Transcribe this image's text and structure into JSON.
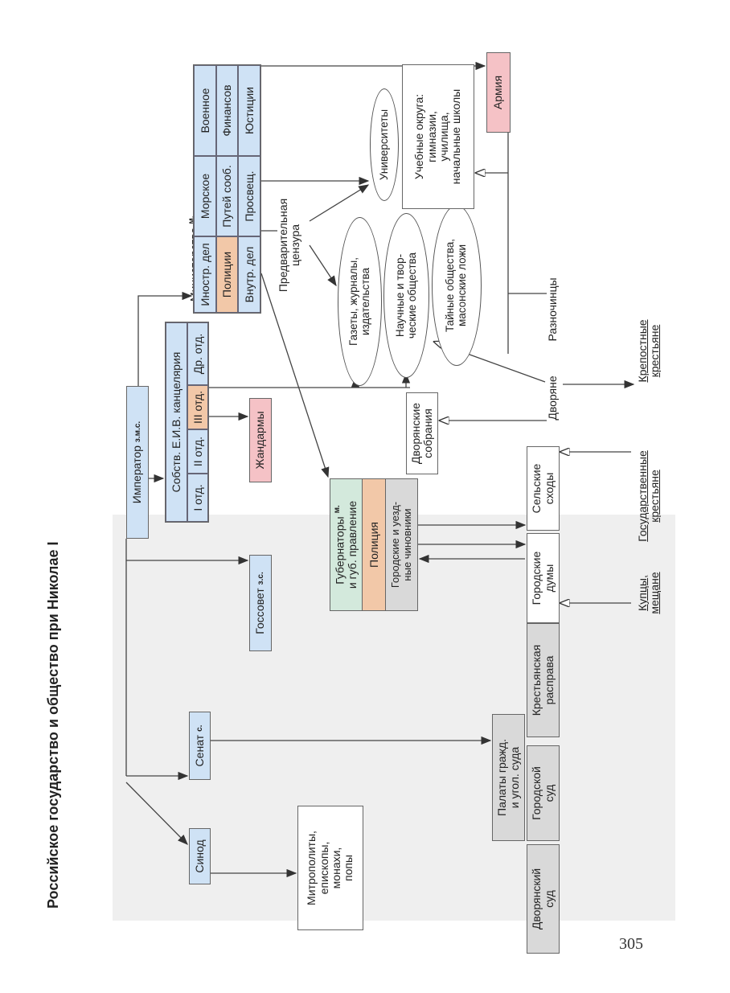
{
  "title": "Российское государство и общество при Николае I",
  "page_number": "305",
  "central": {
    "emperor": {
      "name": "Император",
      "mark": "з.м.с."
    },
    "synod": {
      "name": "Синод"
    },
    "senate": {
      "name": "Сенат",
      "mark": "с."
    },
    "gossovet": {
      "name": "Госсовет",
      "mark": "з.с."
    }
  },
  "chancellery": {
    "title": "Собств. Е.И.В. канцелярия",
    "departments": [
      "I отд.",
      "II отд.",
      "III отд.",
      "Др. отд."
    ]
  },
  "gendarmes": "Жандармы",
  "ministries": {
    "label": "Министерства",
    "mark": "м.",
    "rows": [
      [
        "Иностр. дел",
        "Морское",
        "Военное"
      ],
      [
        "Полиции",
        "Путей сооб.",
        "Финансов"
      ],
      [
        "Внутр. дел",
        "Просвещ.",
        "Юстиции"
      ]
    ]
  },
  "army": "Армия",
  "censorship": "Предварительная\nцензура",
  "society": {
    "press": "Газеты, журналы,\nиздательства",
    "scientific": "Научные и твор-\nческие общества",
    "secret": "Тайные общества,\nмасонские ложи",
    "universities": "Университеты",
    "schools": "Учебные округа:\nгимназии,\nучилища,\nначальные школы"
  },
  "governors": {
    "title": "Губернаторы",
    "mark": "м.",
    "subtitle": "и губ. правление",
    "police": "Полиция",
    "officials": "Городские и уезд-\nные чиновники"
  },
  "local": {
    "noble_assemblies": "Дворянские\nсобрания",
    "village_gatherings": "Сельские\nсходы",
    "city_dumas": "Городские\nдумы",
    "peasant_court": "Крестьянская\nрасправа",
    "chambers": "Палаты гражд.\nи угол. суда",
    "city_court": "Городской\nсуд",
    "noble_court": "Дворянский\nсуд",
    "clergy": "Митрополиты,\nепископы,\nмонахи,\nпопы"
  },
  "estates": {
    "nobles": "Дворяне",
    "raznochintsy": "Разночинцы",
    "serfs": "Крепостные\nкрестьяне",
    "state_peasants": "Государственные\nкрестьяне",
    "merchants": "Купцы,\nмещане"
  },
  "colors": {
    "blue": "#cfe2f5",
    "orange": "#f2c8a8",
    "pink": "#f5c2c6",
    "grey": "#d9d9d9",
    "green": "#d3e9dc"
  }
}
